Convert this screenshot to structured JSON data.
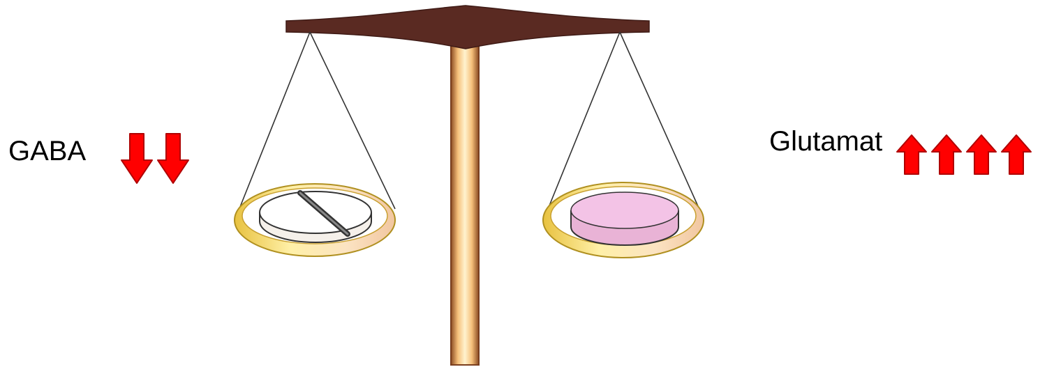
{
  "left_side": {
    "label": "GABA",
    "arrow_direction": "down",
    "arrow_count": 2,
    "arrow_icon": "arrow-down-icon"
  },
  "right_side": {
    "label": "Glutamat",
    "arrow_direction": "up",
    "arrow_count": 4,
    "arrow_icon": "arrow-up-icon"
  },
  "colors": {
    "arrow_fill": "#ff0000",
    "arrow_stroke": "#b00000",
    "beam": "#5a2a22",
    "post": "#f2c98e",
    "pan_rim": "#f4d36a",
    "right_weight": "#f3c3e6",
    "left_weight": "#ffffff"
  }
}
